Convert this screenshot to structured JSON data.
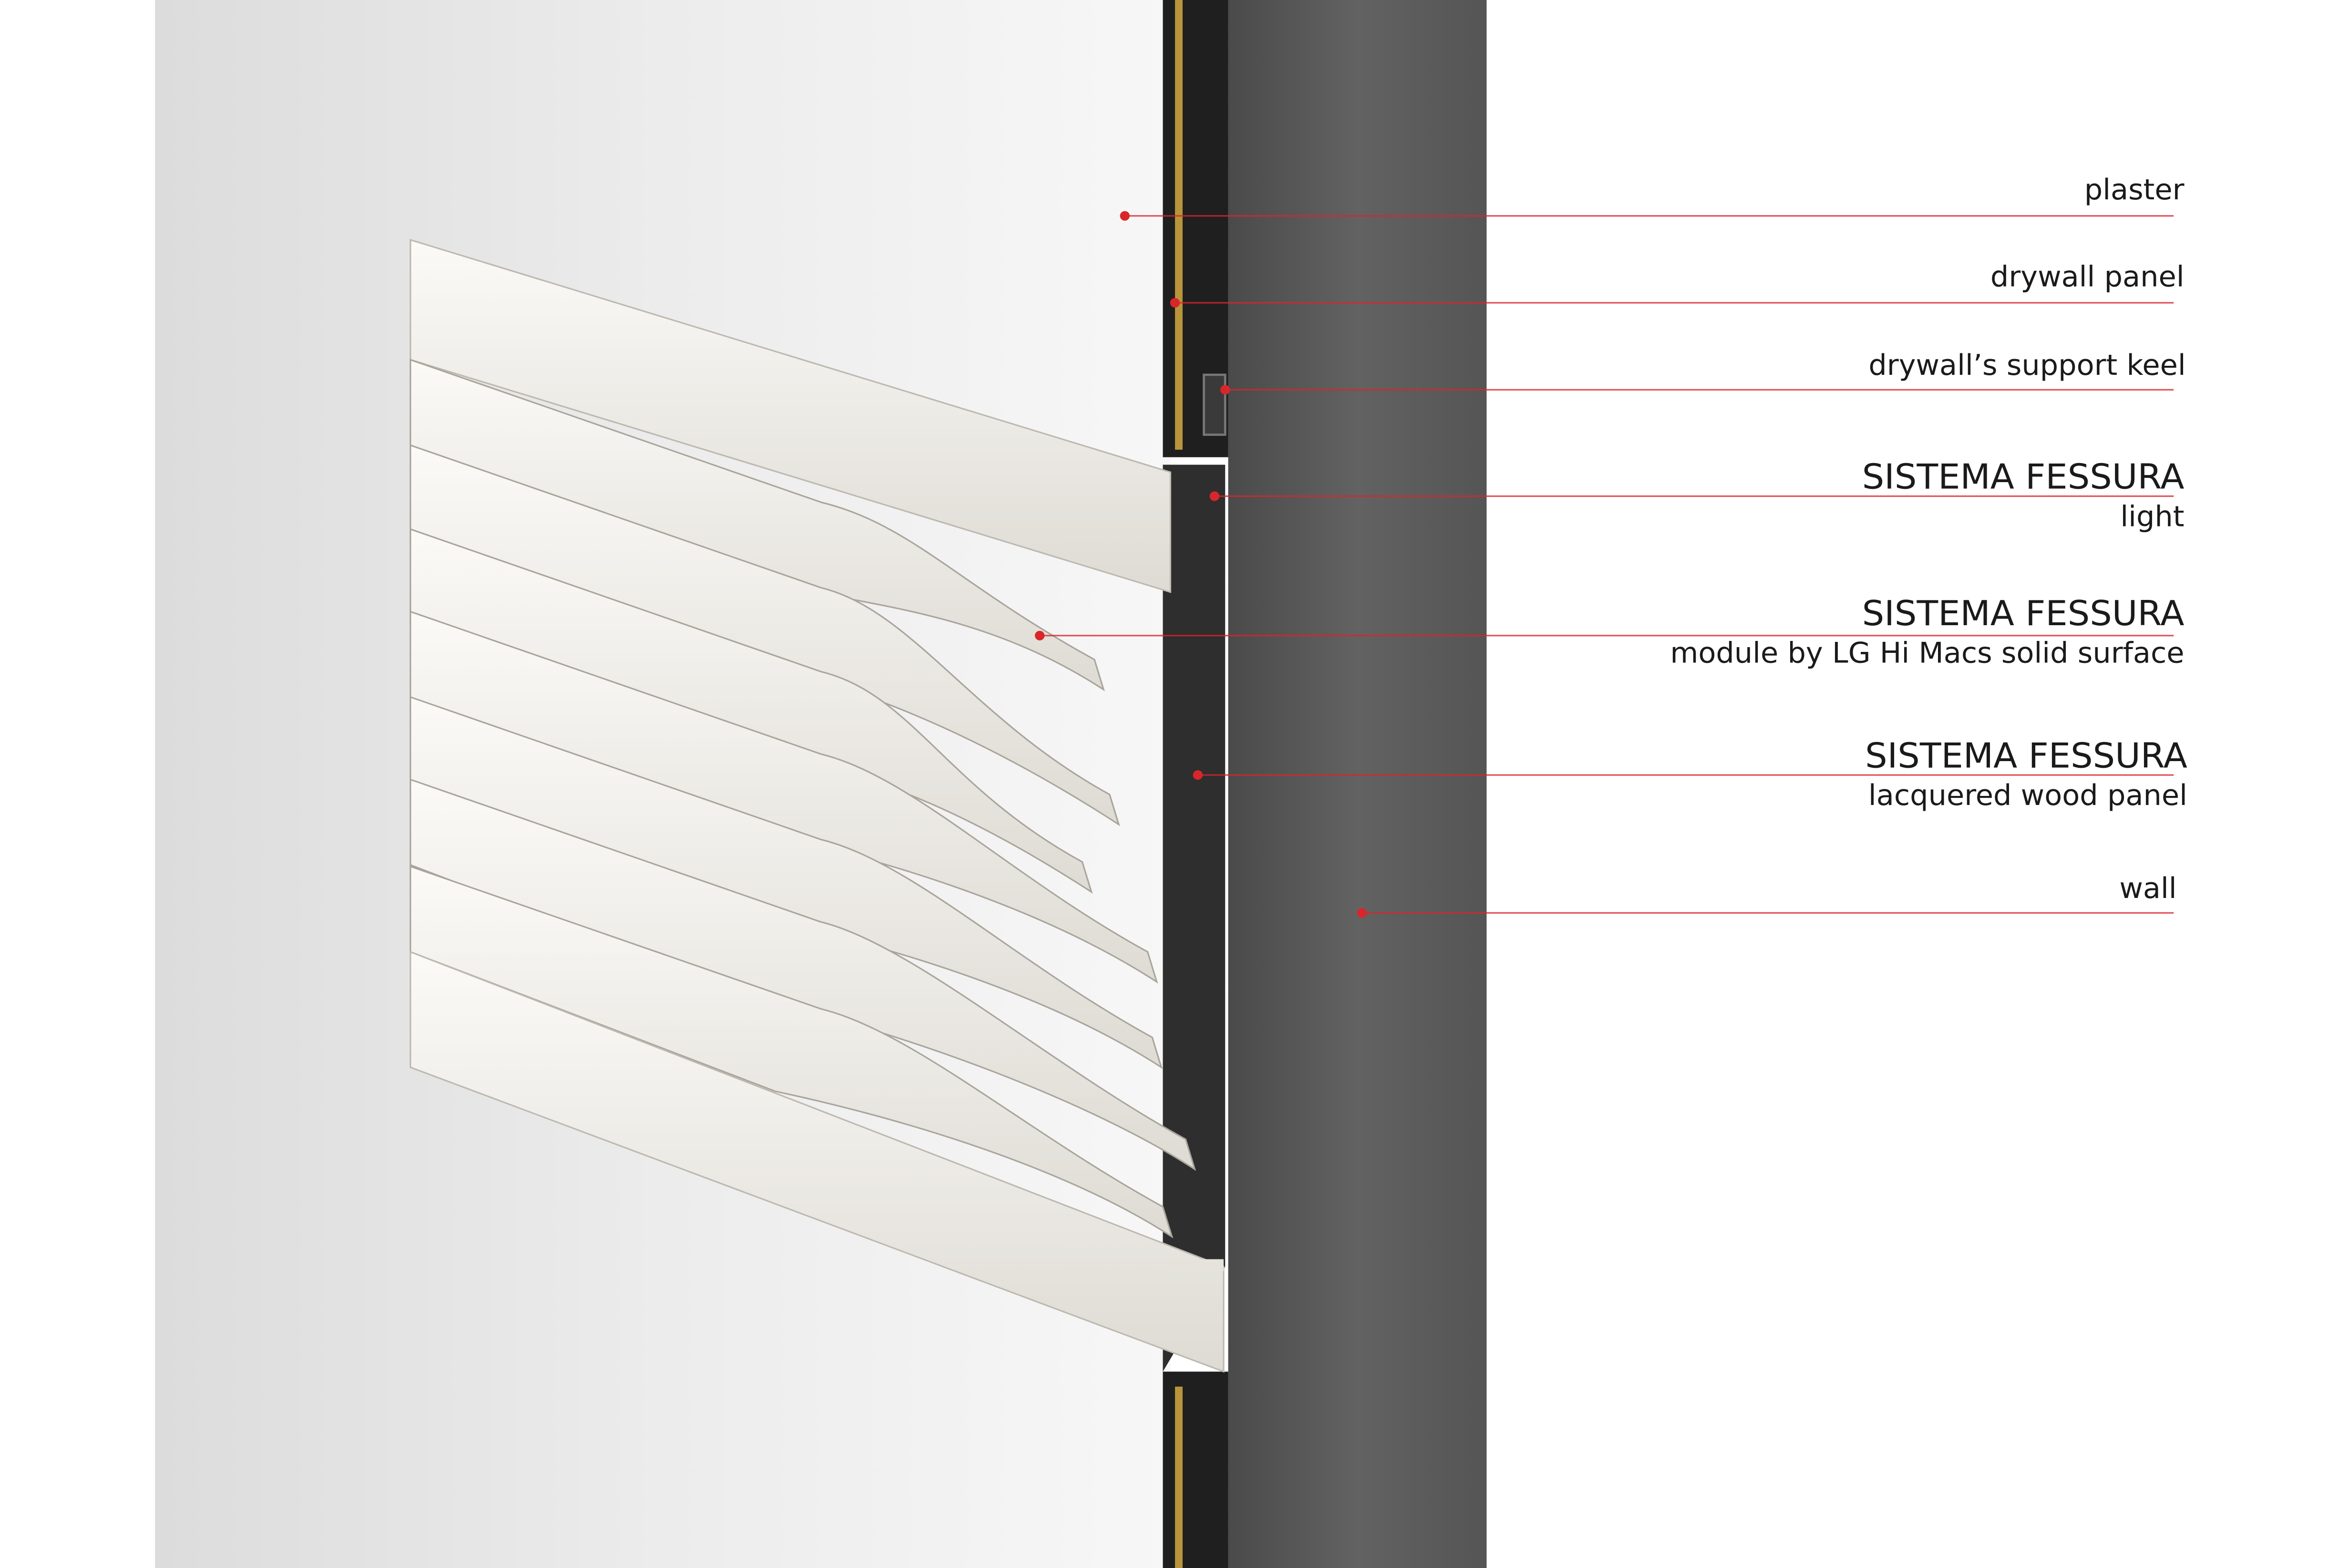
{
  "labels": [
    {
      "id": "plaster",
      "title": "plaster"
    },
    {
      "id": "drywall-panel",
      "title": "drywall panel"
    },
    {
      "id": "support-keel",
      "title": "drywall’s support keel"
    },
    {
      "id": "fessura-light",
      "title": "SISTEMA FESSURA",
      "subtitle": "light"
    },
    {
      "id": "fessura-module",
      "title": "SISTEMA FESSURA",
      "subtitle": "module by LG Hi Macs solid surface"
    },
    {
      "id": "fessura-panel",
      "title": "SISTEMA FESSURA",
      "subtitle": "lacquered wood panel"
    },
    {
      "id": "wall",
      "title": "wall"
    }
  ],
  "colors": {
    "leader": "#d9262b",
    "wall": "#5a5a5a",
    "recess": "#2e2e2e",
    "gold": "#b8953a",
    "slat": "#f1efea"
  }
}
